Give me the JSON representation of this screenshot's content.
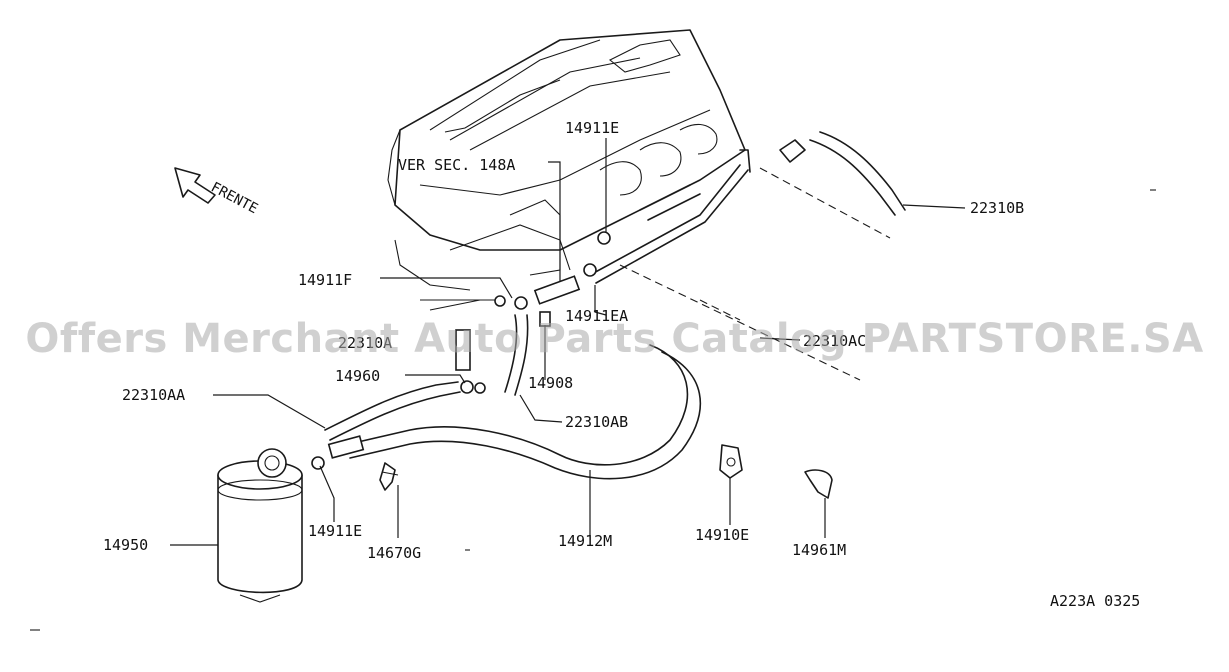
{
  "diagram": {
    "direction_label": "FRENTE",
    "reference_note": "VER SEC. 148A",
    "drawing_code": "A223A 0325",
    "watermark": "Offers Merchant Auto Parts Catalog PARTSTORE.SA",
    "part_labels": {
      "p14911E_top": "14911E",
      "p22310B": "22310B",
      "p14911F": "14911F",
      "p14911EA": "14911EA",
      "p22310A": "22310A",
      "p22310AC": "22310AC",
      "p14960": "14960",
      "p14908": "14908",
      "p22310AA": "22310AA",
      "p22310AB": "22310AB",
      "p14950": "14950",
      "p14911E_bottom": "14911E",
      "p14670G": "14670G",
      "p14912M": "14912M",
      "p14910E": "14910E",
      "p14961M": "14961M"
    }
  }
}
